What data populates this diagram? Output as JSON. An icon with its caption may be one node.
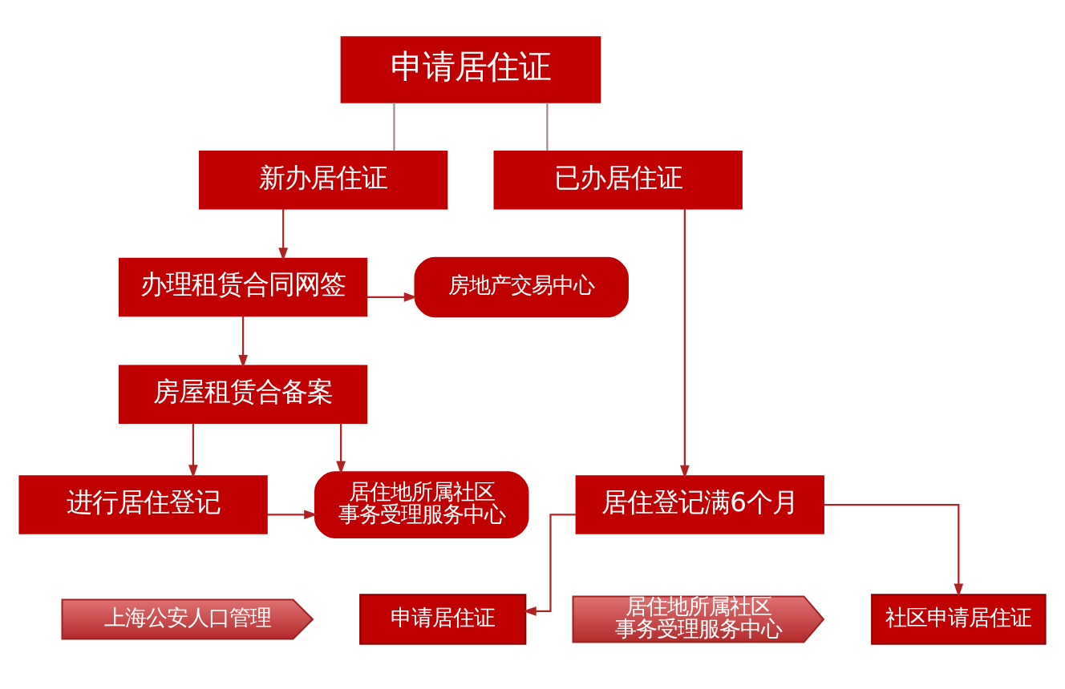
{
  "diagram": {
    "nodes": [
      {
        "text": [
          "申请居住证"
        ]
      },
      {
        "text": [
          "新办居住证"
        ]
      },
      {
        "text": [
          "已办居住证"
        ]
      },
      {
        "text": [
          "办理租赁合同网签"
        ]
      },
      {
        "text": [
          "房地产交易中心"
        ]
      },
      {
        "text": [
          "房屋租赁合备案"
        ]
      },
      {
        "text": [
          "居住地所属社区事务受理服务中心"
        ]
      },
      {
        "text": [
          "进行居住登记"
        ]
      },
      {
        "text": [
          "居住登记满6个月"
        ]
      },
      {
        "text": [
          "上海公安人口管理"
        ]
      },
      {
        "text": [
          "申请居住证"
        ]
      },
      {
        "text": [
          "居住地所属社区事务受理服务中心"
        ]
      },
      {
        "text": [
          "社区申请居住证"
        ]
      }
    ],
    "edges": [
      {
        "from": 0,
        "to": 1,
        "arrow": "none",
        "color": "#a58a8a"
      },
      {
        "from": 0,
        "to": 2,
        "arrow": "none",
        "color": "#a58a8a"
      },
      {
        "from": 1,
        "to": 3,
        "arrow": "to"
      },
      {
        "from": 3,
        "to": 4,
        "arrow": "to"
      },
      {
        "from": 3,
        "to": 5,
        "arrow": "to"
      },
      {
        "from": 5,
        "to": 6,
        "arrow": "to"
      },
      {
        "from": 5,
        "to": 7,
        "arrow": "to"
      },
      {
        "from": 7,
        "to": 6,
        "arrow": "to"
      },
      {
        "from": 2,
        "to": 8,
        "arrow": "to"
      },
      {
        "from": 8,
        "to": 10,
        "arrow": "to"
      },
      {
        "from": 8,
        "to": 12,
        "arrow": "to"
      }
    ]
  }
}
